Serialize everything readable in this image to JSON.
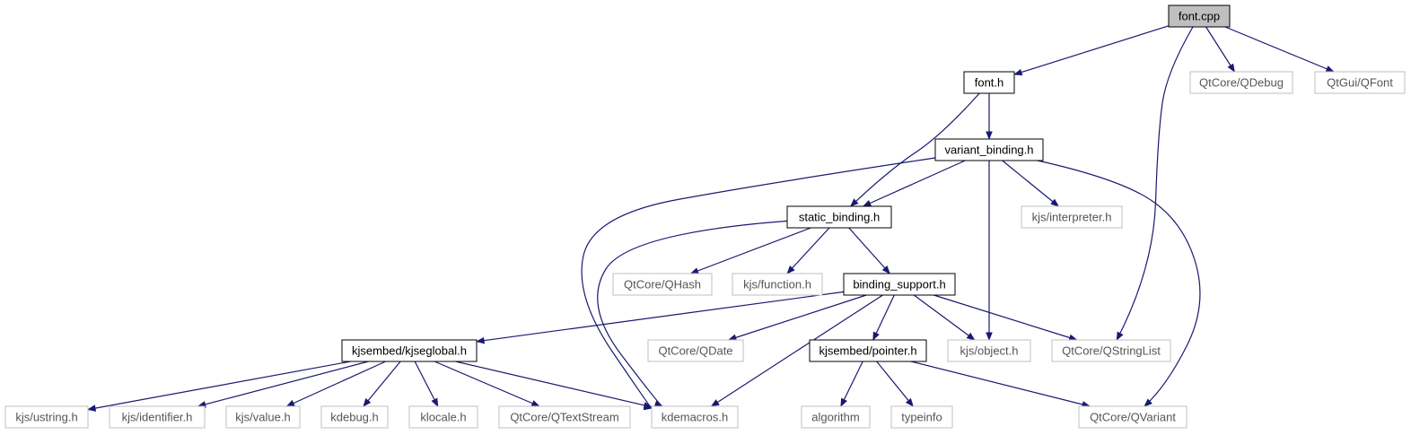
{
  "diagram": {
    "type": "include-dependency-graph",
    "colors": {
      "edge": "#191970",
      "root_fill": "#bfbfbf",
      "documented_border": "#000000",
      "external_border": "#bfbfbf",
      "external_text": "#555555"
    },
    "nodes": [
      {
        "id": "font_cpp",
        "label": "font.cpp",
        "kind": "root"
      },
      {
        "id": "font_h",
        "label": "font.h",
        "kind": "documented"
      },
      {
        "id": "qdebug",
        "label": "QtCore/QDebug",
        "kind": "external"
      },
      {
        "id": "qfont",
        "label": "QtGui/QFont",
        "kind": "external"
      },
      {
        "id": "variant_binding",
        "label": "variant_binding.h",
        "kind": "documented"
      },
      {
        "id": "static_binding",
        "label": "static_binding.h",
        "kind": "documented"
      },
      {
        "id": "interpreter",
        "label": "kjs/interpreter.h",
        "kind": "external"
      },
      {
        "id": "qhash",
        "label": "QtCore/QHash",
        "kind": "external"
      },
      {
        "id": "function",
        "label": "kjs/function.h",
        "kind": "external"
      },
      {
        "id": "binding_support",
        "label": "binding_support.h",
        "kind": "documented"
      },
      {
        "id": "kjseglobal",
        "label": "kjsembed/kjseglobal.h",
        "kind": "documented"
      },
      {
        "id": "qdate",
        "label": "QtCore/QDate",
        "kind": "external"
      },
      {
        "id": "pointer",
        "label": "kjsembed/pointer.h",
        "kind": "documented"
      },
      {
        "id": "object",
        "label": "kjs/object.h",
        "kind": "external"
      },
      {
        "id": "qstringlist",
        "label": "QtCore/QStringList",
        "kind": "external"
      },
      {
        "id": "ustring",
        "label": "kjs/ustring.h",
        "kind": "external"
      },
      {
        "id": "identifier",
        "label": "kjs/identifier.h",
        "kind": "external"
      },
      {
        "id": "value",
        "label": "kjs/value.h",
        "kind": "external"
      },
      {
        "id": "kdebug",
        "label": "kdebug.h",
        "kind": "external"
      },
      {
        "id": "klocale",
        "label": "klocale.h",
        "kind": "external"
      },
      {
        "id": "qtextstream",
        "label": "QtCore/QTextStream",
        "kind": "external"
      },
      {
        "id": "kdemacros",
        "label": "kdemacros.h",
        "kind": "external"
      },
      {
        "id": "algorithm",
        "label": "algorithm",
        "kind": "external"
      },
      {
        "id": "typeinfo",
        "label": "typeinfo",
        "kind": "external"
      },
      {
        "id": "qvariant",
        "label": "QtCore/QVariant",
        "kind": "external"
      }
    ],
    "edges": [
      {
        "from": "font_cpp",
        "to": "font_h"
      },
      {
        "from": "font_cpp",
        "to": "qdebug"
      },
      {
        "from": "font_cpp",
        "to": "qfont"
      },
      {
        "from": "font_cpp",
        "to": "qstringlist"
      },
      {
        "from": "font_h",
        "to": "variant_binding"
      },
      {
        "from": "font_h",
        "to": "static_binding"
      },
      {
        "from": "variant_binding",
        "to": "static_binding"
      },
      {
        "from": "variant_binding",
        "to": "interpreter"
      },
      {
        "from": "variant_binding",
        "to": "object"
      },
      {
        "from": "variant_binding",
        "to": "qvariant"
      },
      {
        "from": "variant_binding",
        "to": "kdemacros"
      },
      {
        "from": "static_binding",
        "to": "qhash"
      },
      {
        "from": "static_binding",
        "to": "function"
      },
      {
        "from": "static_binding",
        "to": "binding_support"
      },
      {
        "from": "static_binding",
        "to": "kdemacros"
      },
      {
        "from": "binding_support",
        "to": "kjseglobal"
      },
      {
        "from": "binding_support",
        "to": "qdate"
      },
      {
        "from": "binding_support",
        "to": "pointer"
      },
      {
        "from": "binding_support",
        "to": "object"
      },
      {
        "from": "binding_support",
        "to": "qstringlist"
      },
      {
        "from": "binding_support",
        "to": "kdemacros"
      },
      {
        "from": "kjseglobal",
        "to": "ustring"
      },
      {
        "from": "kjseglobal",
        "to": "identifier"
      },
      {
        "from": "kjseglobal",
        "to": "value"
      },
      {
        "from": "kjseglobal",
        "to": "kdebug"
      },
      {
        "from": "kjseglobal",
        "to": "klocale"
      },
      {
        "from": "kjseglobal",
        "to": "qtextstream"
      },
      {
        "from": "kjseglobal",
        "to": "kdemacros"
      },
      {
        "from": "pointer",
        "to": "algorithm"
      },
      {
        "from": "pointer",
        "to": "typeinfo"
      },
      {
        "from": "pointer",
        "to": "qvariant"
      }
    ]
  }
}
